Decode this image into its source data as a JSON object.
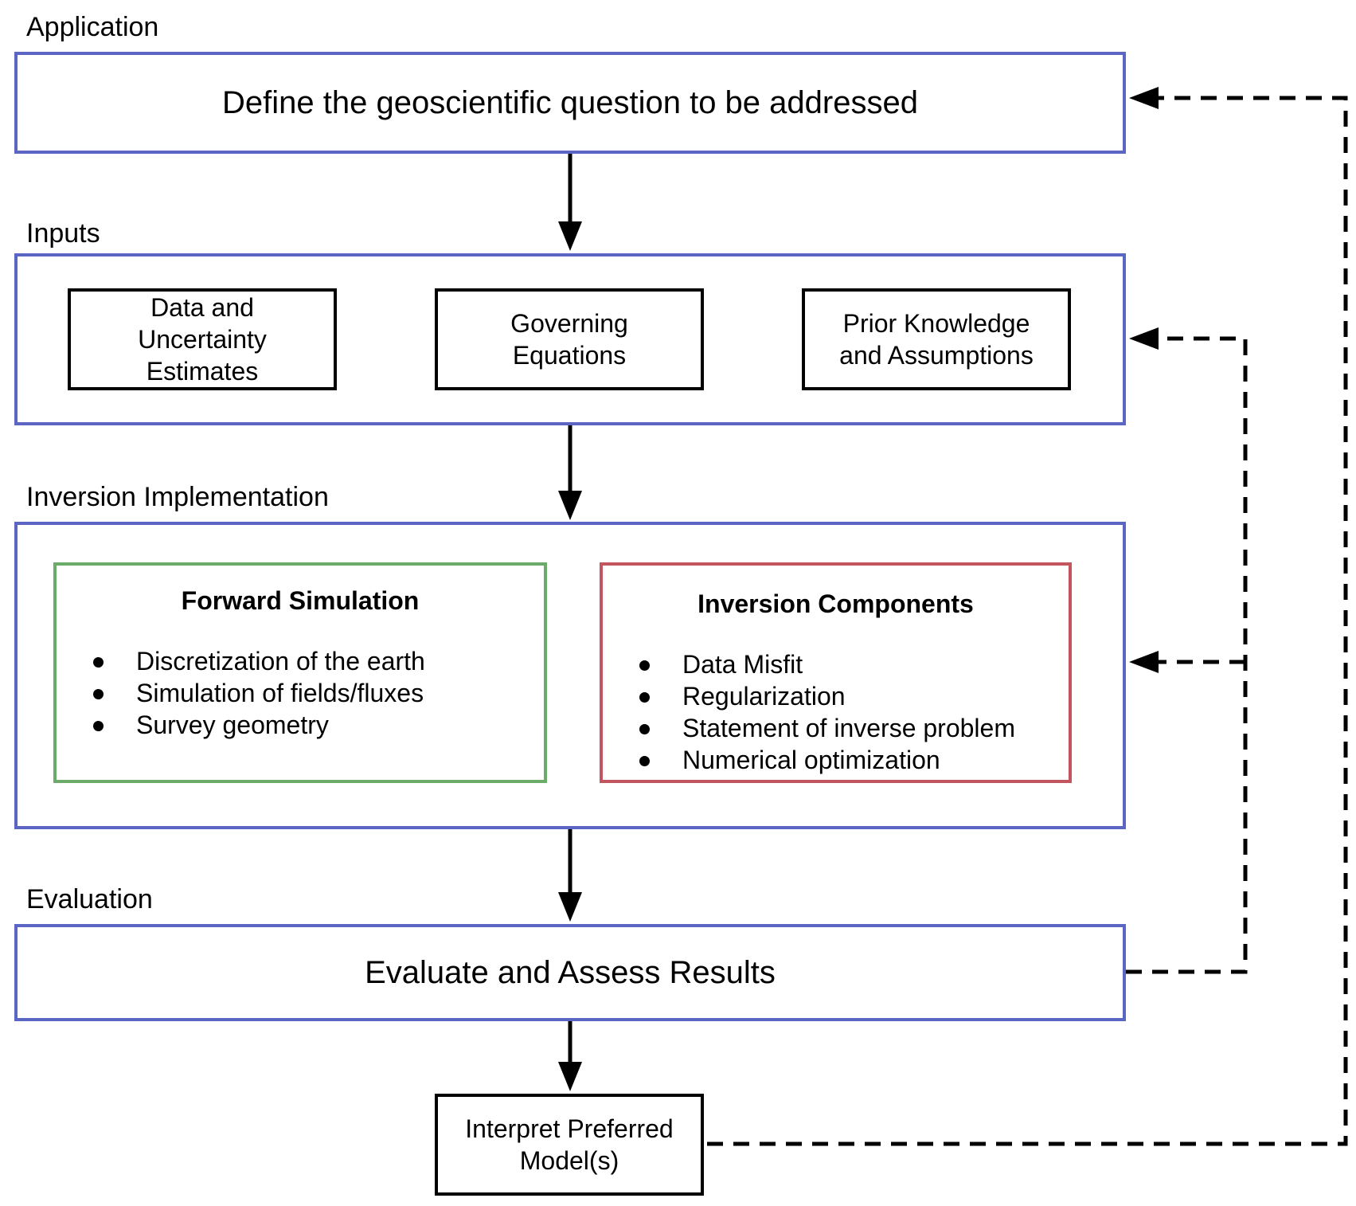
{
  "sections": {
    "application": "Application",
    "inputs": "Inputs",
    "inversion": "Inversion Implementation",
    "evaluation": "Evaluation"
  },
  "stages": {
    "question": "Define the geoscientific question to be addressed",
    "evaluate": "Evaluate and Assess Results"
  },
  "inputs": {
    "data": "Data and\nUncertainty\nEstimates",
    "equations": "Governing\nEquations",
    "prior": "Prior Knowledge\nand Assumptions"
  },
  "forward_simulation": {
    "title": "Forward Simulation",
    "items": [
      "Discretization of the earth",
      "Simulation of fields/fluxes",
      "Survey geometry"
    ]
  },
  "inversion_components": {
    "title": "Inversion Components",
    "items": [
      "Data Misfit",
      "Regularization",
      "Statement of inverse problem",
      "Numerical optimization"
    ]
  },
  "interpret": "Interpret Preferred\nModel(s)",
  "colors": {
    "stage_border": "#5b66c4",
    "forward_border": "#6aab6a",
    "inversion_border": "#c4545e",
    "arrow": "#000000"
  }
}
